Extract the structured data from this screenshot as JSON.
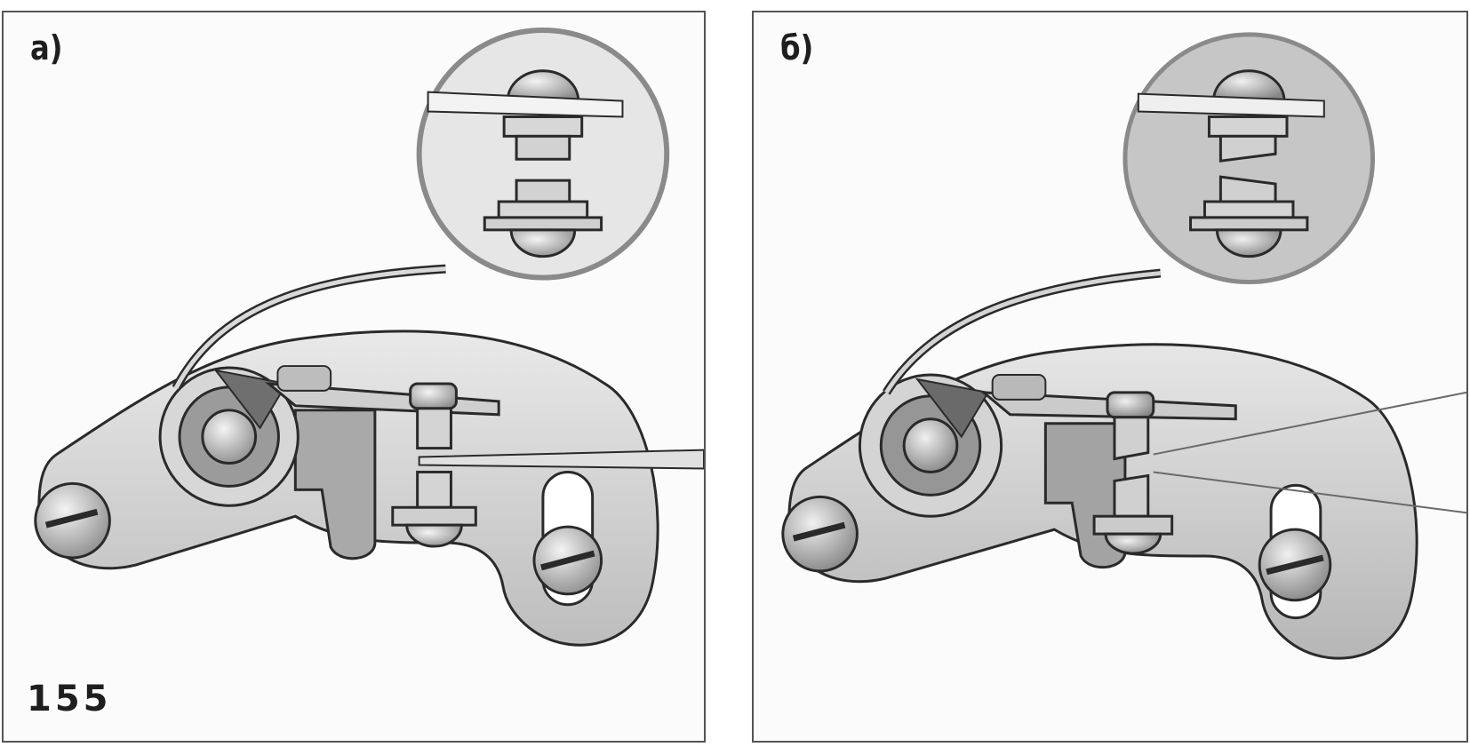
{
  "figure": {
    "number": "155",
    "panels": [
      {
        "label": "а)",
        "state": "aligned"
      },
      {
        "label": "б)",
        "state": "misaligned"
      }
    ]
  },
  "colors": {
    "plate": "#dcdcdc",
    "plate_shade": "#b4b4b4",
    "outline": "#2a2a2a",
    "detail_bg_a": "#e6e6e6",
    "detail_bg_b": "#c6c6c6",
    "frame": "#555555"
  }
}
